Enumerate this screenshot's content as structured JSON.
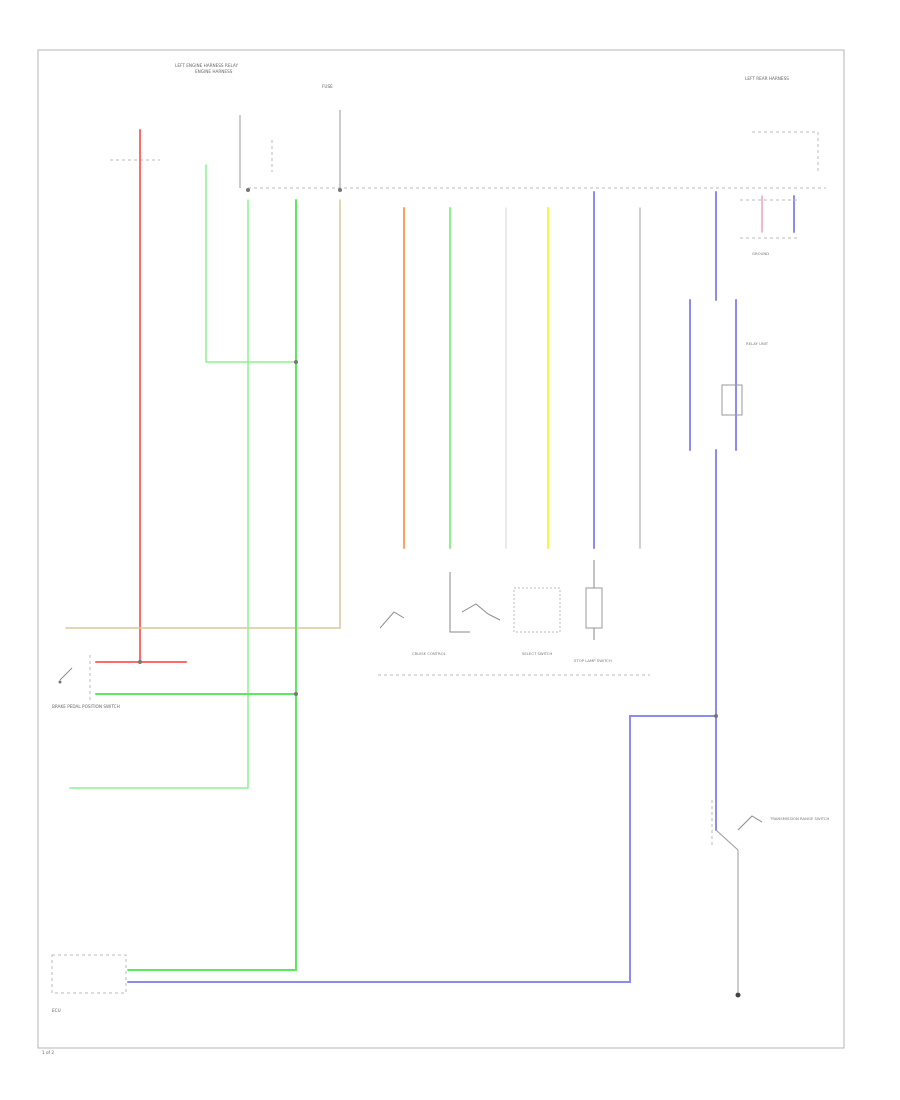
{
  "colors": {
    "red": "#ff6b6b",
    "green": "#8ff08f",
    "bright_green": "#5ee85e",
    "tan": "#d8c79a",
    "orange": "#ffa060",
    "yellow": "#f5f54a",
    "blue": "#8c8cf0",
    "white_wire": "#e3e3e3",
    "black_wire": "#9a9a9a",
    "pink": "#f0a0b8",
    "frame": "#b5b5b5"
  },
  "labels": {
    "tl_component": "LEFT ENGINE HARNESS RELAY",
    "tl_sub": "ENGINE HARNESS",
    "tr_component": "LEFT REAR HARNESS",
    "relay_unit": "RELAY UNIT",
    "mid_fuse": "FUSE",
    "bottom_left_component": "BRAKE PEDAL POSITION SWITCH",
    "bottom_left_unit": "ECU",
    "bottom_right_ground": "GROUND",
    "mid_switch_1": "CRUISE CONTROL",
    "mid_switch_2": "SELECT SWITCH",
    "mid_switch_3": "STOP LAMP SWITCH",
    "right_switch": "TRANSMISSION RANGE SWITCH",
    "corner": "1 of 2"
  }
}
